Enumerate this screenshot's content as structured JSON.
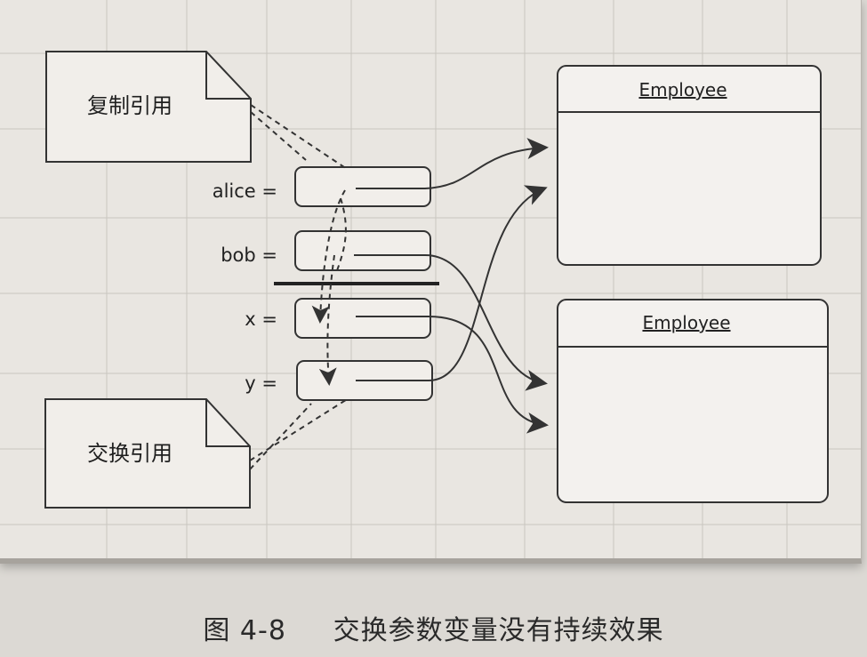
{
  "diagram": {
    "notes": {
      "copy_refs": "复制引用",
      "swap_refs": "交换引用"
    },
    "variables": {
      "alice": "alice =",
      "bob": "bob =",
      "x": "x =",
      "y": "y ="
    },
    "objects": {
      "top": "Employee",
      "bottom": "Employee"
    }
  },
  "caption": {
    "prefix": "图 4-8",
    "text": "交换参数变量没有持续效果"
  }
}
